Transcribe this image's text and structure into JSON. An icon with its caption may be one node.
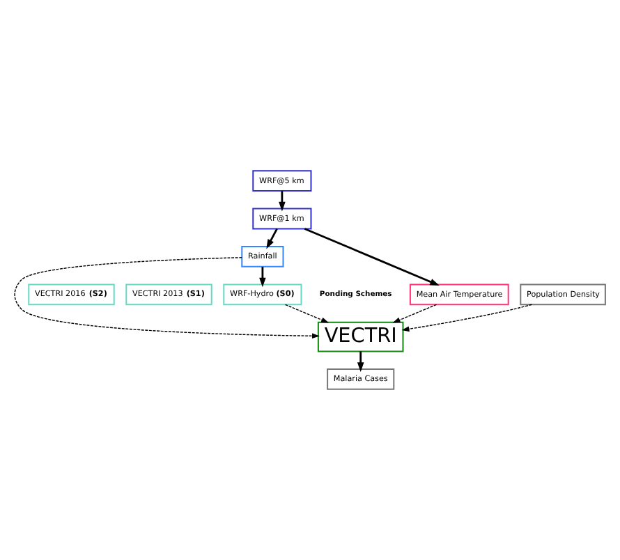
{
  "diagram": {
    "nodes": [
      {
        "text": [
          "WRF@5 km"
        ]
      },
      {
        "text": [
          "WRF@1 km"
        ]
      },
      {
        "text": [
          "Rainfall"
        ]
      },
      {
        "text": [
          "Mean Air Temperature"
        ]
      },
      {
        "text": [
          "Population Density"
        ]
      },
      {
        "text": [
          "VECTRI"
        ]
      },
      {
        "text": [
          "WRF-Hydro **(S0)**"
        ]
      },
      {
        "text": [
          "VECTRI 2013 **(S1)**"
        ]
      },
      {
        "text": [
          "VECTRI 2016 **(S2)**"
        ]
      },
      {
        "text": [
          "Malaria Cases"
        ]
      }
    ],
    "edges": [
      {
        "from": 0,
        "to": 1,
        "arrow": "to"
      },
      {
        "from": 1,
        "to": 2,
        "arrow": "to"
      },
      {
        "from": 1,
        "to": 3,
        "arrow": "to"
      },
      {
        "from": 3,
        "to": 5,
        "arrow": "to",
        "style": "dashed"
      },
      {
        "from": 2,
        "to": 5,
        "arrow": "to",
        "style": "dashed"
      },
      {
        "from": 4,
        "to": 5,
        "arrow": "to",
        "style": "dashed"
      },
      {
        "from": 2,
        "to": 6,
        "arrow": "to"
      },
      {
        "from": 6,
        "to": 5,
        "arrow": "to",
        "style": "dashed"
      },
      {
        "from": 5,
        "to": 9,
        "arrow": "to"
      }
    ],
    "labels": [
      "Ponding Schemes"
    ]
  }
}
